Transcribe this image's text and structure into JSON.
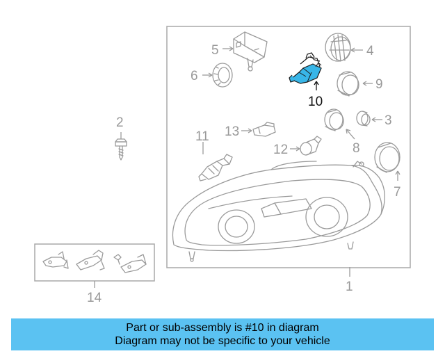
{
  "diagram": {
    "highlighted_part": "10",
    "callouts": {
      "c1": "1",
      "c2": "2",
      "c3": "3",
      "c4": "4",
      "c5": "5",
      "c6": "6",
      "c7": "7",
      "c8": "8",
      "c9": "9",
      "c10": "10",
      "c11": "11",
      "c12": "12",
      "c13": "13",
      "c14": "14"
    },
    "colors": {
      "line": "#9a9a9a",
      "highlight_fill": "#38b6e8",
      "highlight_text": "#111111",
      "banner": "#5bc2f2"
    }
  },
  "banner": {
    "line1": "Part or sub-assembly is #10 in diagram",
    "line2": "Diagram may not be specific to your vehicle"
  }
}
